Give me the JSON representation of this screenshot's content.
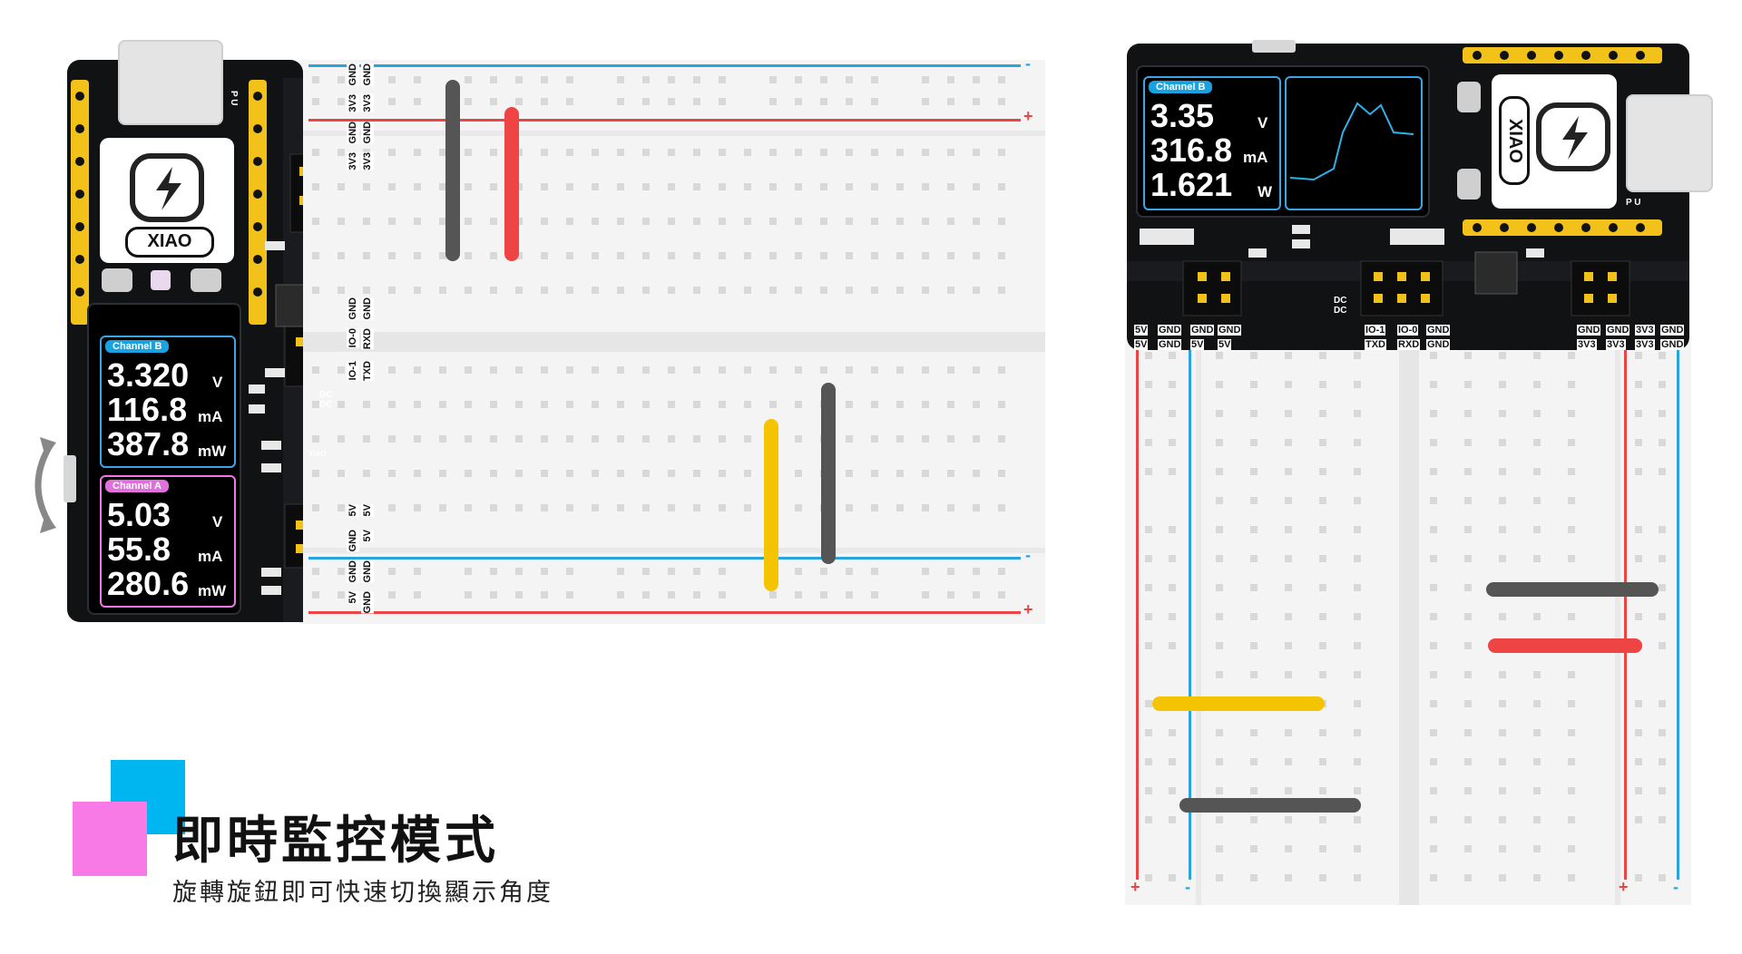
{
  "left_device": {
    "channel_b": {
      "tag": "Channel B",
      "voltage": "3.320",
      "voltage_unit": "V",
      "current": "116.8",
      "current_unit": "mA",
      "power": "387.8",
      "power_unit": "mW"
    },
    "channel_a": {
      "tag": "Channel A",
      "voltage": "5.03",
      "voltage_unit": "V",
      "current": "55.8",
      "current_unit": "mA",
      "power": "280.6",
      "power_unit": "mW"
    },
    "logo_text": "XIAO",
    "chip_label": "XIAO",
    "pwr_mark": "P U",
    "right_pins_top": [
      "GND",
      "3V3",
      "GND",
      "3V3"
    ],
    "right_pins_top2": [
      "GND",
      "3V3",
      "GND",
      "3V3"
    ],
    "right_pins_mid": [
      "GND",
      "IO-0",
      "IO-1"
    ],
    "right_pins_mid2": [
      "GND",
      "RXD",
      "TXD"
    ],
    "right_pins_bot": [
      "5V",
      "GND",
      "GND",
      "5V"
    ],
    "right_pins_bot2": [
      "5V",
      "5V",
      "GND",
      "GND"
    ],
    "dcdc": "DC DC"
  },
  "left_breadboard": {
    "minus": "-",
    "plus": "+"
  },
  "right_device": {
    "channel_b": {
      "tag": "Channel B",
      "voltage": "3.35",
      "voltage_unit": "V",
      "current": "316.8",
      "current_unit": "mA",
      "power": "1.621",
      "power_unit": "W"
    },
    "logo_text": "XIAO",
    "pwr_mark": "P U",
    "bottom_pins_row1": [
      "5V",
      "GND",
      "GND",
      "GND",
      "IO-1",
      "IO-0",
      "GND",
      "GND",
      "GND",
      "3V3",
      "GND"
    ],
    "bottom_pins_row2": [
      "5V",
      "GND",
      "5V",
      "5V",
      "TXD",
      "RXD",
      "GND",
      "3V3",
      "3V3",
      "3V3",
      "GND"
    ],
    "dcdc": "DC DC"
  },
  "right_breadboard": {
    "plus_left": "+",
    "minus_left": "-",
    "plus_right": "+",
    "minus_right": "-"
  },
  "caption": {
    "title": "即時監控模式",
    "subtitle": "旋轉旋鈕即可快速切換顯示角度"
  },
  "colors": {
    "blue_accent": "#00b6f0",
    "pink_accent": "#f77ae6",
    "rail_red": "#e84545",
    "rail_blue": "#2aa4dc",
    "wire_gray": "#555555",
    "wire_red": "#ee4444",
    "wire_yellow": "#f5c400",
    "header_gold": "#f2c21a"
  }
}
